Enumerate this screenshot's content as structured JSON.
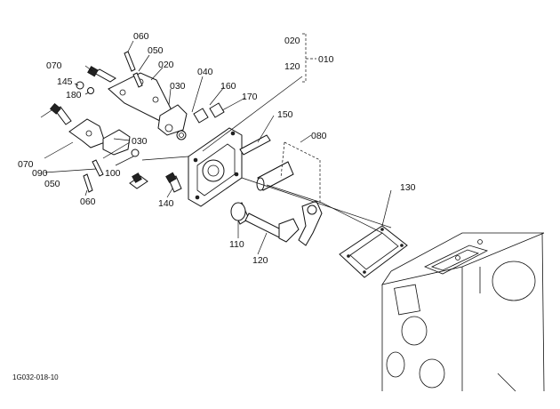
{
  "diagram": {
    "code": "1G032-018-10",
    "callouts": {
      "c060_top": "060",
      "c050_top": "050",
      "c020_top": "020",
      "c070_top": "070",
      "c145": "145",
      "c180": "180",
      "c030_top": "030",
      "c040": "040",
      "c160": "160",
      "c170": "170",
      "c020_bracket": "020",
      "c120_bracket": "120",
      "c010": "010",
      "c150": "150",
      "c080": "080",
      "c070_left": "070",
      "c090": "090",
      "c050_left": "050",
      "c060_left": "060",
      "c030_mid": "030",
      "c100": "100",
      "c140": "140",
      "c130": "130",
      "c110": "110",
      "c120_bottom": "120"
    }
  }
}
